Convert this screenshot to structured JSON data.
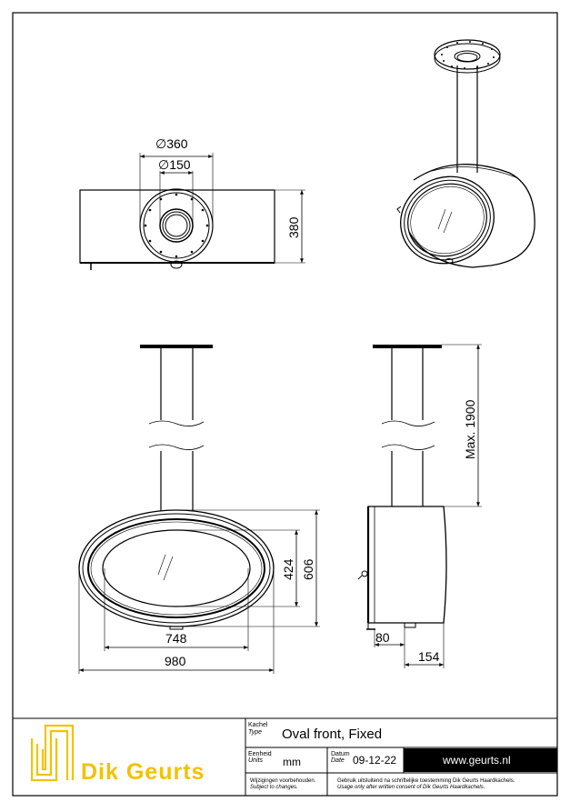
{
  "colors": {
    "line": "#000000",
    "logo": "#f2c200",
    "url_bar": "#000000"
  },
  "dimensions": {
    "flange_diameter": "∅360",
    "pipe_diameter": "∅150",
    "height_top": "380",
    "max_height": "Max. 1900",
    "glass_height": "424",
    "total_height": "606",
    "glass_width": "748",
    "total_width": "980",
    "side_depth": "80",
    "side_offset": "154"
  },
  "title_block": {
    "type_label": "Kachel",
    "type_label_en": "Type",
    "product_name": "Oval front, Fixed",
    "units_label": "Eenheid",
    "units_label_en": "Units",
    "units_value": "mm",
    "date_label": "Datum",
    "date_label_en": "Date",
    "date_value": "09-12-22",
    "website": "www.geurts.nl",
    "disclaimer_nl": "Wijzigingen voorbehouden.",
    "disclaimer_en": "Subject to changes.",
    "usage_nl": "Gebruik uitsluitend na schriftelijke toestemming Dik Geurts Haardkachels.",
    "usage_en": "Usage only after written consent of Dik Geurts Haardkachels.",
    "brand": "Dik Geurts"
  }
}
